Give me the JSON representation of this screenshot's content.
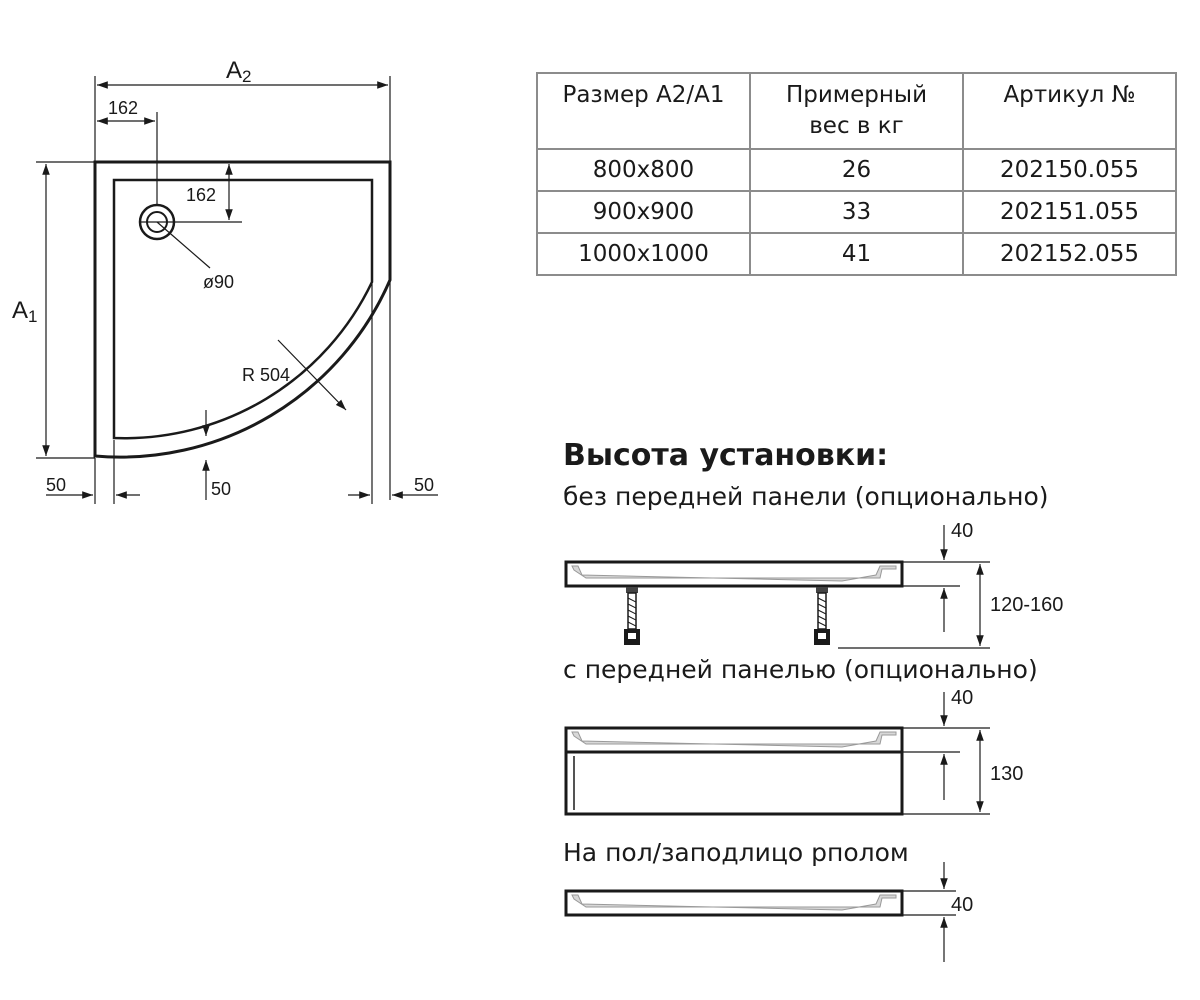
{
  "plan_view": {
    "width_label": "A",
    "width_sub": "2",
    "height_label": "A",
    "height_sub": "1",
    "drain_offset_x": "162",
    "drain_offset_y": "162",
    "drain_diameter": "ø90",
    "radius": "R 504",
    "rim_left": "50",
    "rim_bottom": "50",
    "rim_right": "50"
  },
  "spec_table": {
    "headers": [
      "Размер А2/А1",
      "Примерный вес в кг",
      "Артикул №"
    ],
    "header_lines": [
      [
        "Размер А2/А1"
      ],
      [
        "Примерный",
        "вес в кг"
      ],
      [
        "Артикул №"
      ]
    ],
    "rows": [
      [
        "800x800",
        "26",
        "202150.055"
      ],
      [
        "900x900",
        "33",
        "202151.055"
      ],
      [
        "1000x1000",
        "41",
        "202152.055"
      ]
    ]
  },
  "installation": {
    "title": "Высота установки:",
    "options": [
      {
        "label": "без передней панели (опционально)",
        "top_dim": "40",
        "total_dim": "120-160"
      },
      {
        "label": "с передней панелью (опционально)",
        "top_dim": "40",
        "total_dim": "130"
      },
      {
        "label": "На пол/заподлицо рполом",
        "top_dim": "40"
      }
    ]
  }
}
